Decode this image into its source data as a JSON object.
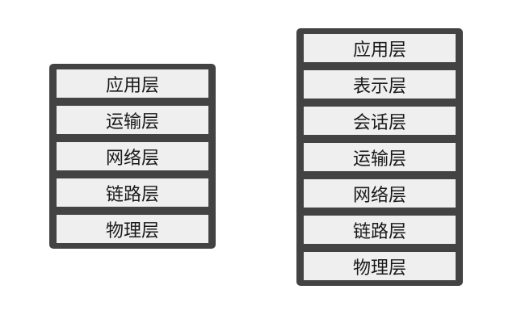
{
  "tcpip_model": {
    "layers": [
      "应用层",
      "运输层",
      "网络层",
      "链路层",
      "物理层"
    ]
  },
  "osi_model": {
    "layers": [
      "应用层",
      "表示层",
      "会话层",
      "运输层",
      "网络层",
      "链路层",
      "物理层"
    ]
  },
  "colors": {
    "frame": "#434343",
    "layer_fill": "#efefef",
    "text": "#1a1a1a",
    "background": "#ffffff"
  }
}
